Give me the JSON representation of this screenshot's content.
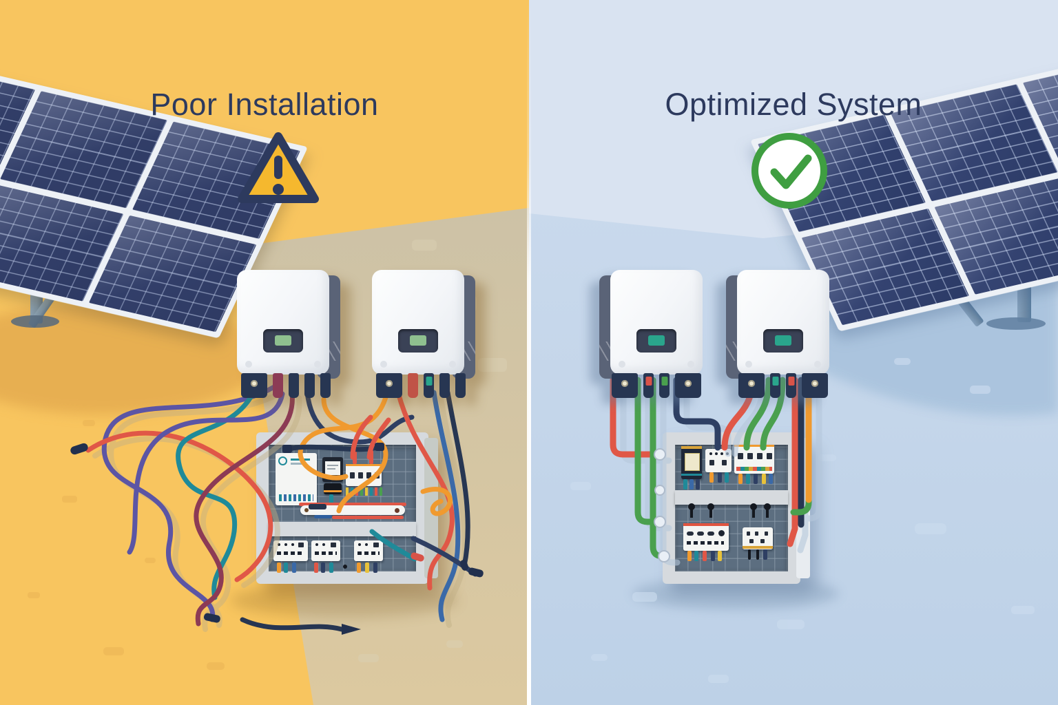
{
  "left": {
    "title": "Poor Installation",
    "icon": "warning-triangle-icon",
    "scene": {
      "solar_array": "ground-mounted solar panel array",
      "inverter_count": 2,
      "wiring": "tangled loose multicolored cables",
      "enclosure": "wall-mounted electrical panel box"
    }
  },
  "right": {
    "title": "Optimized System",
    "icon": "check-circle-icon",
    "scene": {
      "solar_array": "ground-mounted solar panel array",
      "inverter_count": 2,
      "wiring": "neatly routed red, green and navy cables",
      "enclosure": "wall-mounted electrical panel box"
    }
  },
  "palette": {
    "left-bg": "#F8C55F",
    "left-wall": "#CFC4A9",
    "left-ground": "#D79A45",
    "right-bg": "#D9E3F1",
    "right-mid": "#C6D7EA",
    "right-ground": "#A9C3DD",
    "navy": "#2D3A5E",
    "panel-cell": "#2E3A63",
    "panel-frame": "#EDF1F6",
    "warn-fill": "#F5B82E",
    "check-green": "#3F9E41",
    "inverter-face": "#F4F6F9",
    "inverter-side": "#5A6377",
    "screen": "#3A4256",
    "led-left": "#8FC08F",
    "led-right": "#2AA58C",
    "leg-slate": "#7C92A3",
    "leg-slate-right": "#6F8BA6",
    "box-frame": "#D6DADE",
    "box-inner": "#5C6E80",
    "wire-teal": "#1F8A99",
    "wire-purple": "#5C55A4",
    "wire-maroon": "#8C3B55",
    "wire-navy": "#2E3F63",
    "wire-dark": "#273652",
    "wire-orange": "#F09A2F",
    "wire-red": "#E05747",
    "wire-blue": "#3A69A8",
    "wire-green": "#4AA04E",
    "divider": "#FFFFFF"
  }
}
